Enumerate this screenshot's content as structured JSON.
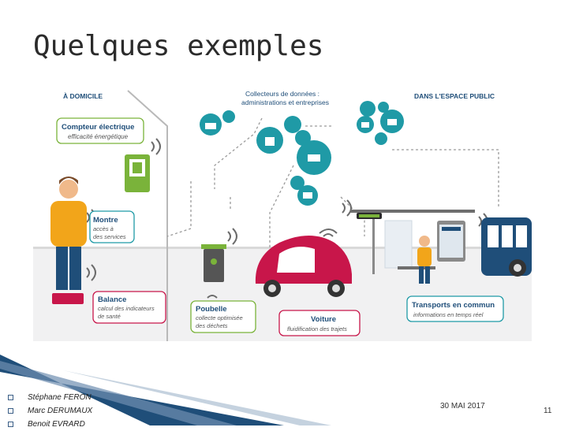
{
  "slide": {
    "title": "Quelques exemples",
    "date": "30 MAI 2017",
    "page_number": "11",
    "authors": [
      "Stéphane FERON",
      "Marc DERUMAUX",
      "Benoit EVRARD"
    ]
  },
  "illustration": {
    "section_home": "À DOMICILE",
    "section_public": "DANS L'ESPACE PUBLIC",
    "collectors_line1": "Collecteurs de données :",
    "collectors_line2": "administrations et entreprises",
    "compteur_title": "Compteur électrique",
    "compteur_sub": "efficacité énergétique",
    "montre_title": "Montre",
    "montre_sub1": "accès à",
    "montre_sub2": "des services",
    "balance_title": "Balance",
    "balance_sub1": "calcul des indicateurs",
    "balance_sub2": "de santé",
    "poubelle_title": "Poubelle",
    "poubelle_sub1": "collecte optimisée",
    "poubelle_sub2": "des déchets",
    "voiture_title": "Voiture",
    "voiture_sub": "fluidification des trajets",
    "transports_title": "Transports en commun",
    "transports_sub": "informations en temps réel",
    "colors": {
      "green": "#7ab33a",
      "red": "#c8164a",
      "teal": "#1f9aa6",
      "orange": "#f2a51a",
      "navy": "#1f4e79"
    }
  }
}
